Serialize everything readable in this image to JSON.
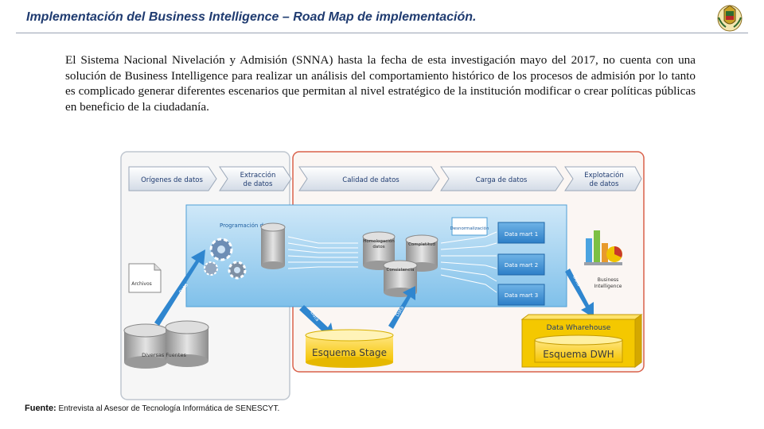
{
  "header": {
    "title": "Implementación del Business Intelligence – Road Map de implementación."
  },
  "body": {
    "paragraph": "El Sistema Nacional Nivelación y Admisión (SNNA) hasta la fecha de esta investigación mayo del 2017, no cuenta con una solución de Business Intelligence para realizar un análisis del comportamiento histórico de los procesos de admisión por lo tanto es complicado generar diferentes escenarios que permitan al nivel estratégico de la institución modificar o crear políticas públicas en beneficio de la ciudadanía."
  },
  "diagram": {
    "stages": {
      "origenes": "Orígenes de datos",
      "extraccion_1": "Extracción",
      "extraccion_2": "de datos",
      "calidad": "Calidad de datos",
      "carga": "Carga de datos",
      "explotacion_1": "Explotación",
      "explotacion_2": "de datos"
    },
    "etl_label": "Programación de ETLs",
    "nodes": {
      "homologacion_1": "Homologación",
      "homologacion_2": "datos",
      "completitud": "Completitud",
      "consistencia": "Consistencia",
      "desnormalizacion": "Desnormalización",
      "archivos": "Archivos",
      "diversas_fuentes": "Diversas Fuentes",
      "bi_1": "Business",
      "bi_2": "Intelligence"
    },
    "data_marts": [
      "Data mart 1",
      "Data mart 2",
      "Data mart 3"
    ],
    "data_arrows": [
      "Data",
      "Data",
      "Data",
      "Data"
    ],
    "warehouse_label": "Data Wharehouse",
    "stage_db": "Esquema Stage",
    "dwh_db": "Esquema DWH"
  },
  "footer": {
    "source_label": "Fuente:",
    "source_text": "Entrevista al Asesor de Tecnología Informática de SENESCYT."
  }
}
